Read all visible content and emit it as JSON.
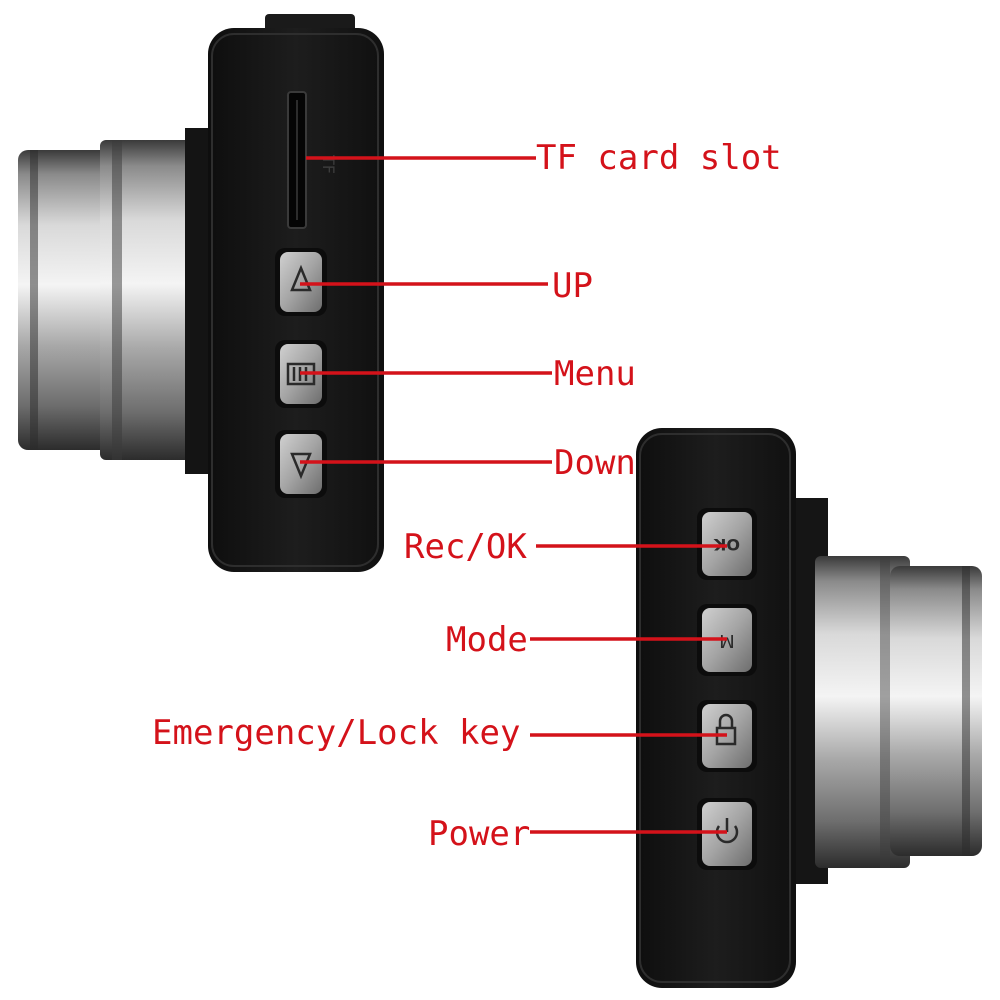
{
  "labels": {
    "tf_card_slot": "TF card slot",
    "up": "UP",
    "menu": "Menu",
    "down": "Down",
    "rec_ok": "Rec/OK",
    "mode": "Mode",
    "emergency_lock": "Emergency/Lock key",
    "power": "Power"
  },
  "button_glyphs": {
    "ok": "OK",
    "mode": "M"
  },
  "colors": {
    "callout": "#d4121a",
    "body": "#161616",
    "button": "#9a9a9a"
  },
  "icons": [
    "up-arrow-icon",
    "menu-icon",
    "down-arrow-icon",
    "lock-icon",
    "power-icon"
  ]
}
